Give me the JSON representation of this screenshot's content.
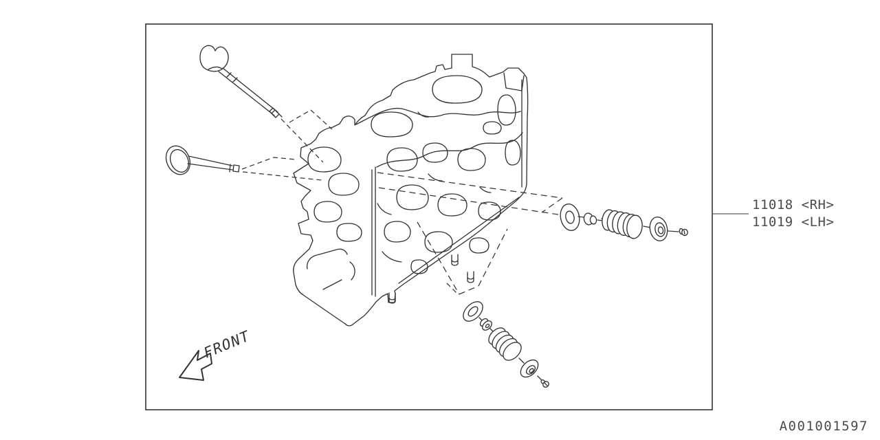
{
  "diagram": {
    "figure_code": "A001001597",
    "front_label": "FRONT",
    "part_labels": [
      "11018 <RH>",
      "11019 <LH>"
    ],
    "colors": {
      "line": "#333333",
      "label_text": "#4a4a4a",
      "leader_line": "#999999",
      "background": "#ffffff"
    }
  }
}
